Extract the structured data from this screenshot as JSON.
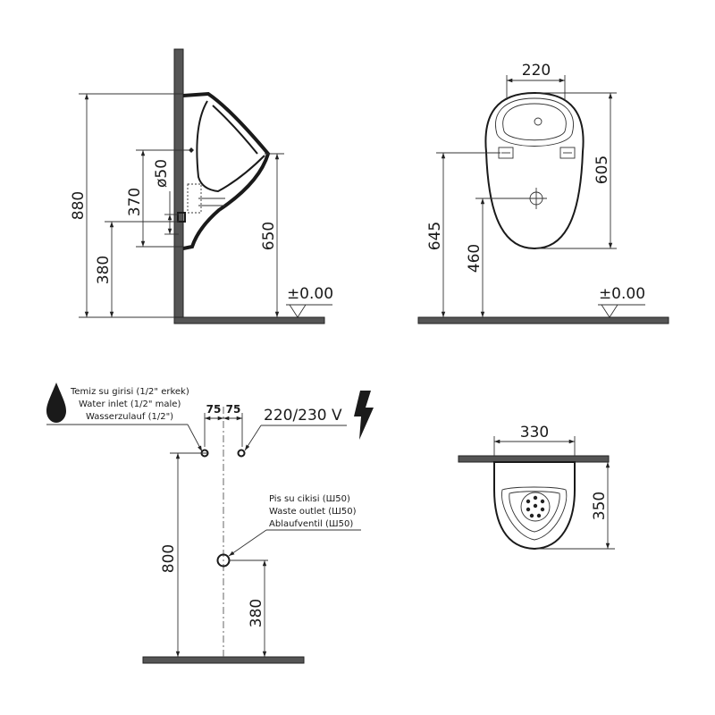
{
  "side_view": {
    "dim_height_total": "880",
    "dim_inlet_height": "370",
    "dim_inlet_diameter": "ø50",
    "dim_lower": "380",
    "dim_rim_height": "650",
    "floor_level": "±0.00"
  },
  "front_view": {
    "dim_width": "220",
    "dim_height": "605",
    "dim_mount_height": "645",
    "dim_outlet_height": "460",
    "floor_level": "±0.00"
  },
  "installation_view": {
    "water_inlet_labels": [
      "Temiz su girisi (1/2\" erkek)",
      "Water inlet (1/2\" male)",
      "Wasserzulauf (1/2\")"
    ],
    "dim_offset_left": "75",
    "dim_offset_right": "75",
    "voltage": "220/230 V",
    "waste_outlet_labels": [
      "Pis su cikisi (Ш50)",
      "Waste outlet (Ш50)",
      "Ablaufventil (Ш50)"
    ],
    "dim_inlet_height": "800",
    "dim_outlet_height": "380"
  },
  "top_view": {
    "dim_width": "330",
    "dim_depth": "350"
  },
  "icons": {
    "water": "water-drop-icon",
    "electric": "lightning-bolt-icon"
  }
}
